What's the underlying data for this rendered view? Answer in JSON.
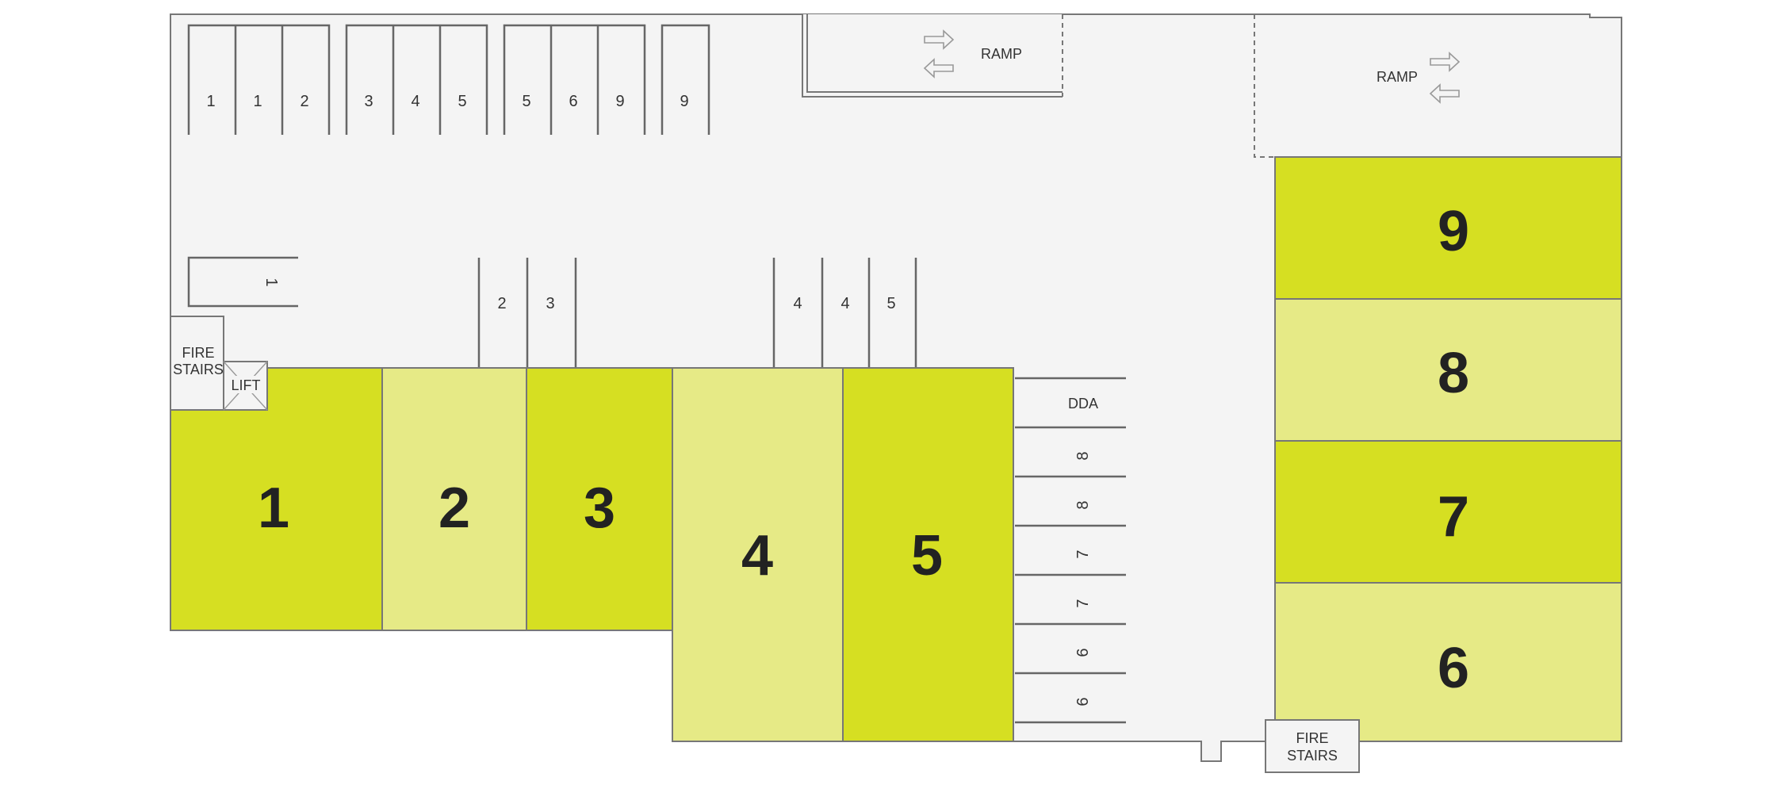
{
  "units": [
    {
      "label": "1",
      "color": "#d6df22"
    },
    {
      "label": "2",
      "color": "#e6ea86"
    },
    {
      "label": "3",
      "color": "#d6df22"
    },
    {
      "label": "4",
      "color": "#e6ea86"
    },
    {
      "label": "5",
      "color": "#d6df22"
    },
    {
      "label": "9",
      "color": "#d6df22"
    },
    {
      "label": "8",
      "color": "#e6ea86"
    },
    {
      "label": "7",
      "color": "#d6df22"
    },
    {
      "label": "6",
      "color": "#e6ea86"
    }
  ],
  "top_bays": [
    "1",
    "1",
    "2",
    "3",
    "4",
    "5",
    "5",
    "6",
    "9",
    "9"
  ],
  "side_bay": "1",
  "mid_bays_a": [
    "2",
    "3"
  ],
  "mid_bays_b": [
    "4",
    "4",
    "5"
  ],
  "right_bays": [
    "DDA",
    "8",
    "8",
    "7",
    "7",
    "6",
    "6"
  ],
  "ramp_label": "RAMP",
  "fire_stairs": [
    "FIRE",
    "STAIRS"
  ],
  "lift_label": "LIFT",
  "colors": {
    "floor": "#f4f4f4",
    "wall": "#777777",
    "unit_dark": "#d6df22",
    "unit_light": "#e6ea86"
  }
}
